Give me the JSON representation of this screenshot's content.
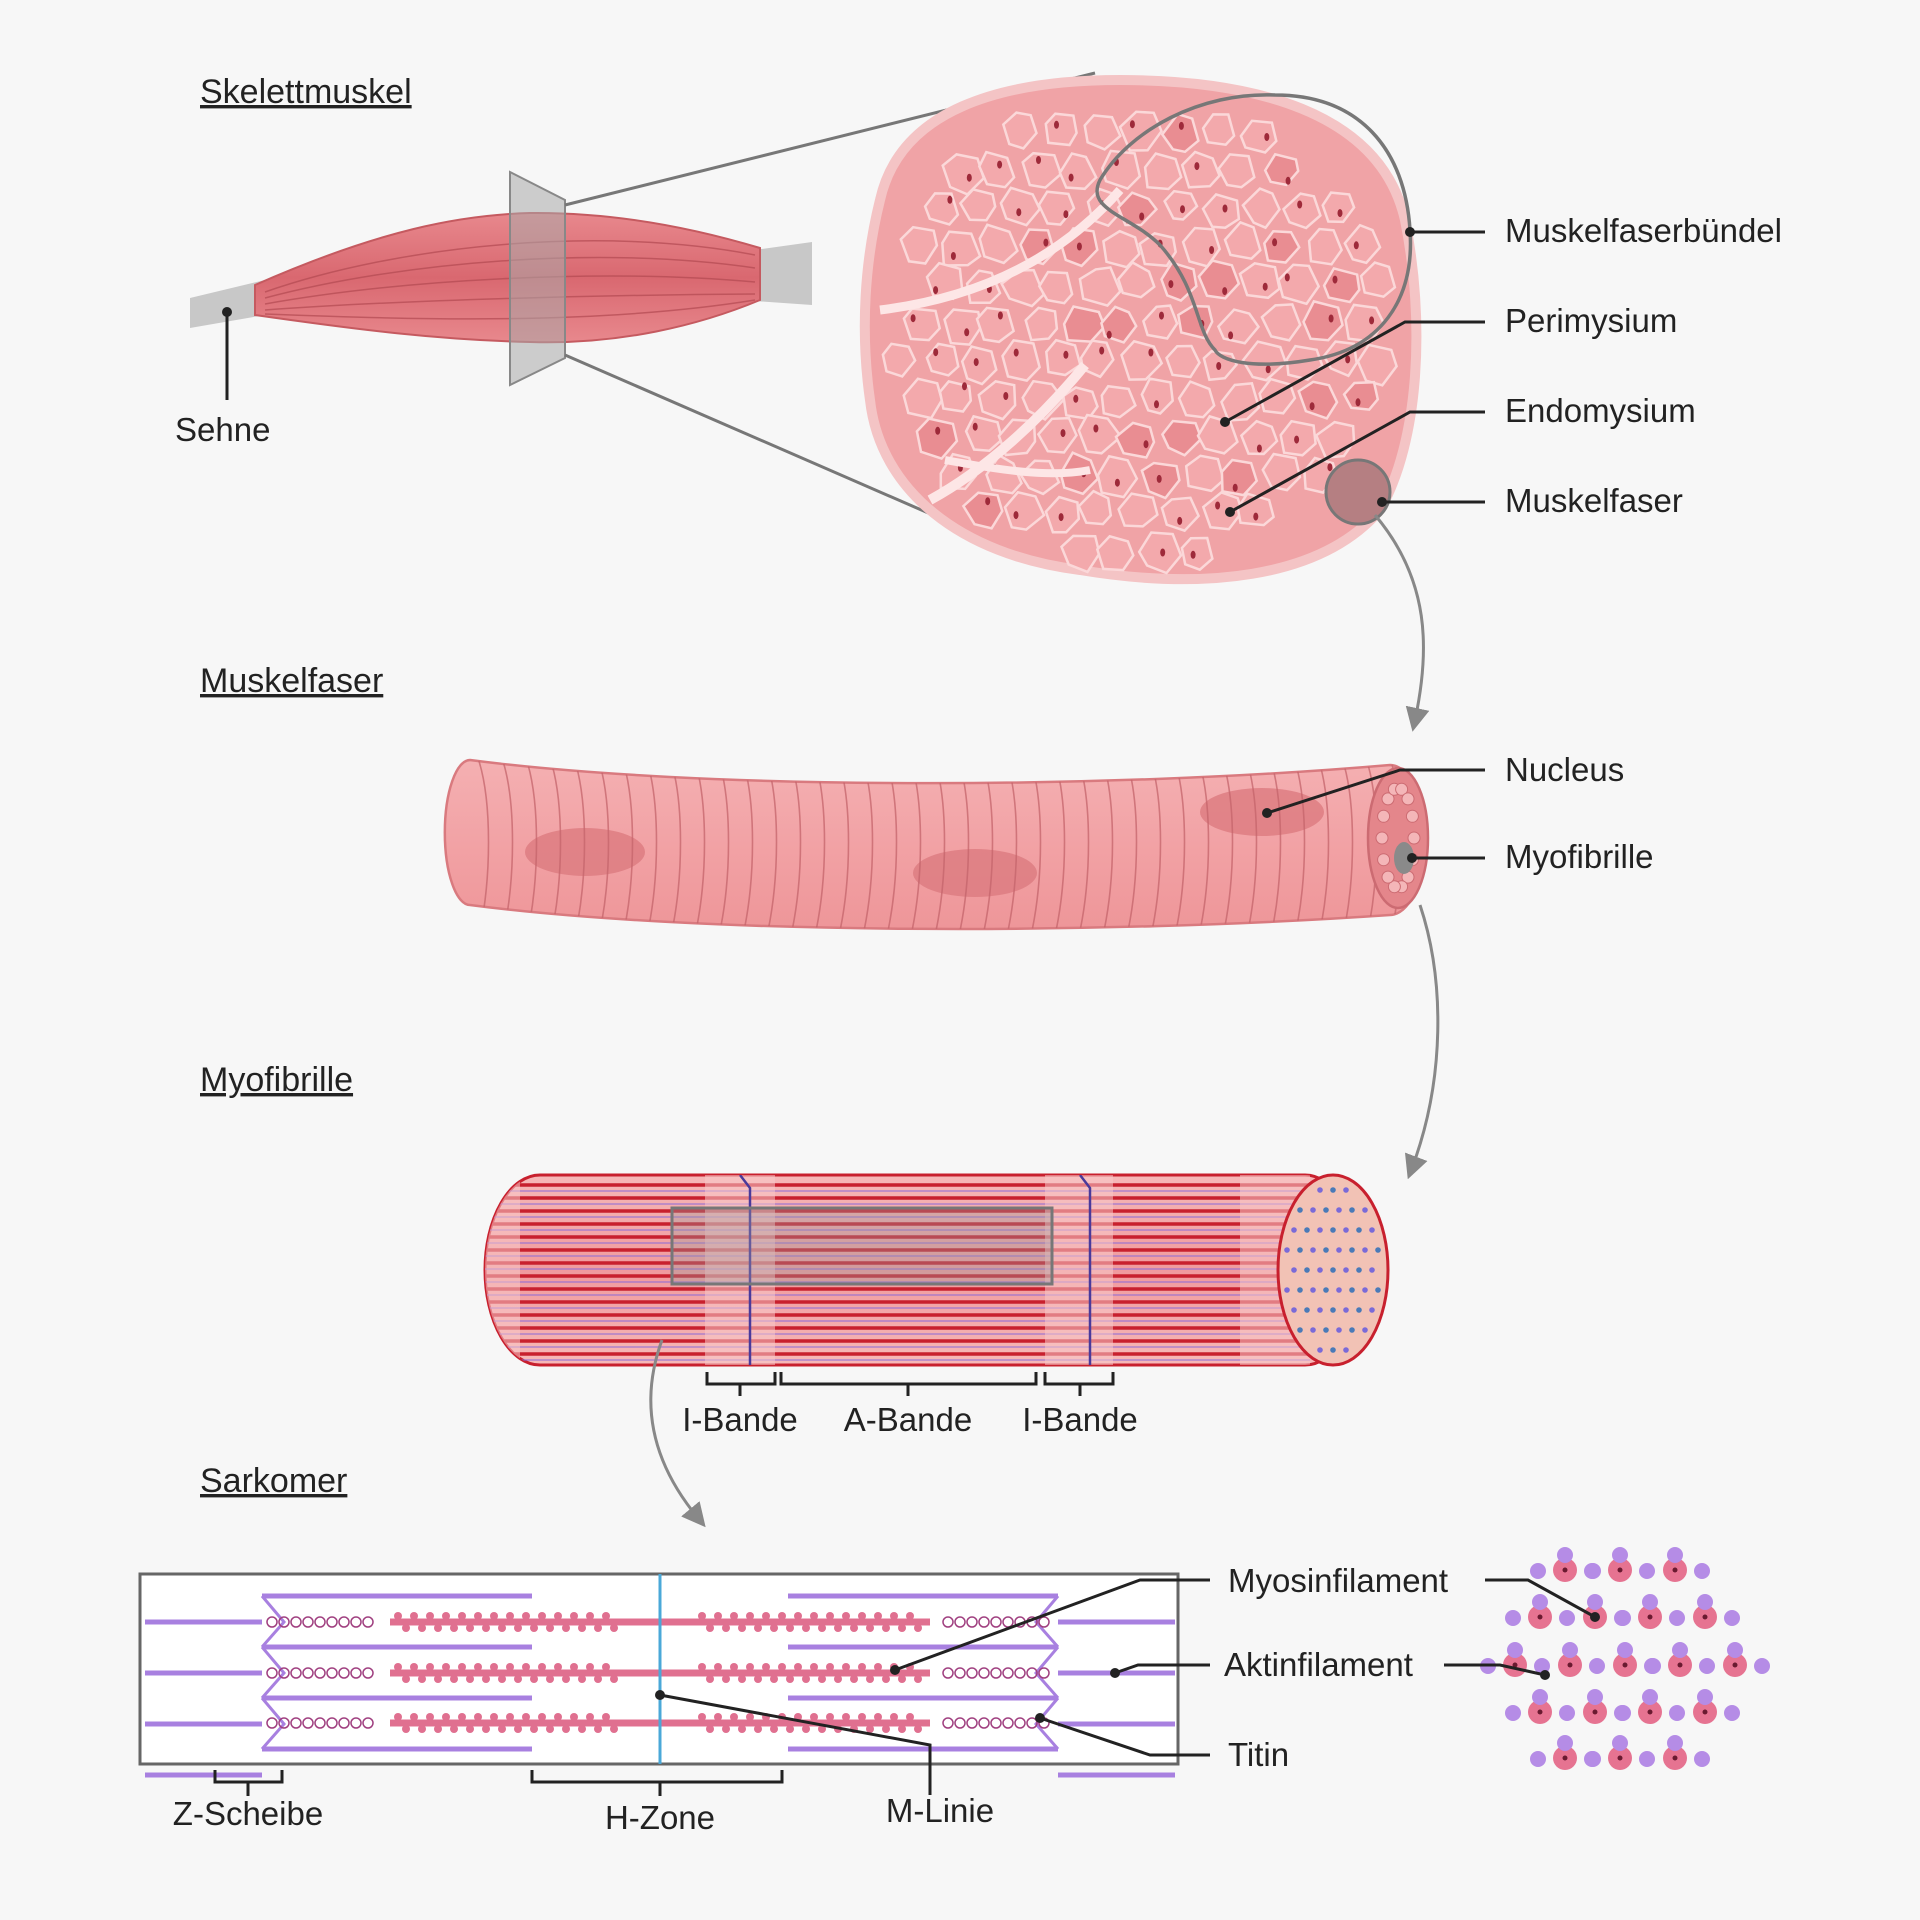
{
  "sections": {
    "skelettmuskel": "Skelettmuskel",
    "muskelfaser": "Muskelfaser",
    "myofibrille": "Myofibrille",
    "sarkomer": "Sarkomer"
  },
  "labels": {
    "sehne": "Sehne",
    "muskelfaserbuendel": "Muskelfaserbündel",
    "perimysium": "Perimysium",
    "endomysium": "Endomysium",
    "muskelfaser": "Muskelfaser",
    "nucleus": "Nucleus",
    "myofibrille": "Myofibrille",
    "i_bande_left": "I-Bande",
    "a_bande": "A-Bande",
    "i_bande_right": "I-Bande",
    "myosinfilament": "Myosinfilament",
    "aktinfilament": "Aktinfilament",
    "titin": "Titin",
    "z_scheibe": "Z-Scheibe",
    "h_zone": "H-Zone",
    "m_linie": "M-Linie"
  },
  "colors": {
    "muscle": "#e58a8f",
    "muscle_dark": "#c9555f",
    "fiber_pink": "#f0a0a3",
    "myofibril_red": "#c8202e",
    "actin_purple": "#a880e0",
    "myosin_pink": "#e07090",
    "m_line_blue": "#4aa8d8",
    "leader_line": "#222222"
  }
}
